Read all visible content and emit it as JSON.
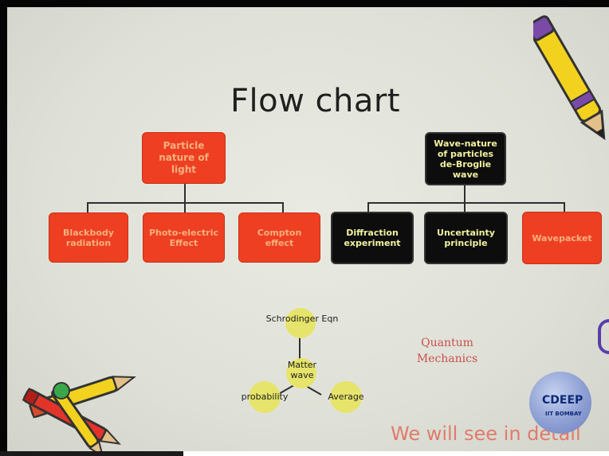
{
  "title": "Flow chart",
  "left_group": {
    "root": "Particle nature of light",
    "children": [
      "Blackbody radiation",
      "Photo-electric Effect",
      "Compton effect"
    ]
  },
  "right_group": {
    "root": "Wave-nature of particles de-Broglie wave",
    "children": [
      "Diffraction experiment",
      "Uncertainty principle",
      "Wavepacket"
    ]
  },
  "cluster": {
    "top": "Schrodinger Eqn",
    "center": "Matter wave",
    "left": "probability",
    "right": "Average"
  },
  "quantum_mechanics": "Quantum Mechanics",
  "footer_text": "We will see in detail",
  "logo": {
    "name": "CDEEP",
    "sub": "IIT BOMBAY"
  },
  "colors": {
    "red_box": "#ee3f22",
    "red_box_text": "#f6b07c",
    "black_box": "#0d0d0d",
    "black_box_text": "#f2f2a0",
    "circle": "#e6e46a",
    "slide_bg": "#e2e4dc"
  }
}
